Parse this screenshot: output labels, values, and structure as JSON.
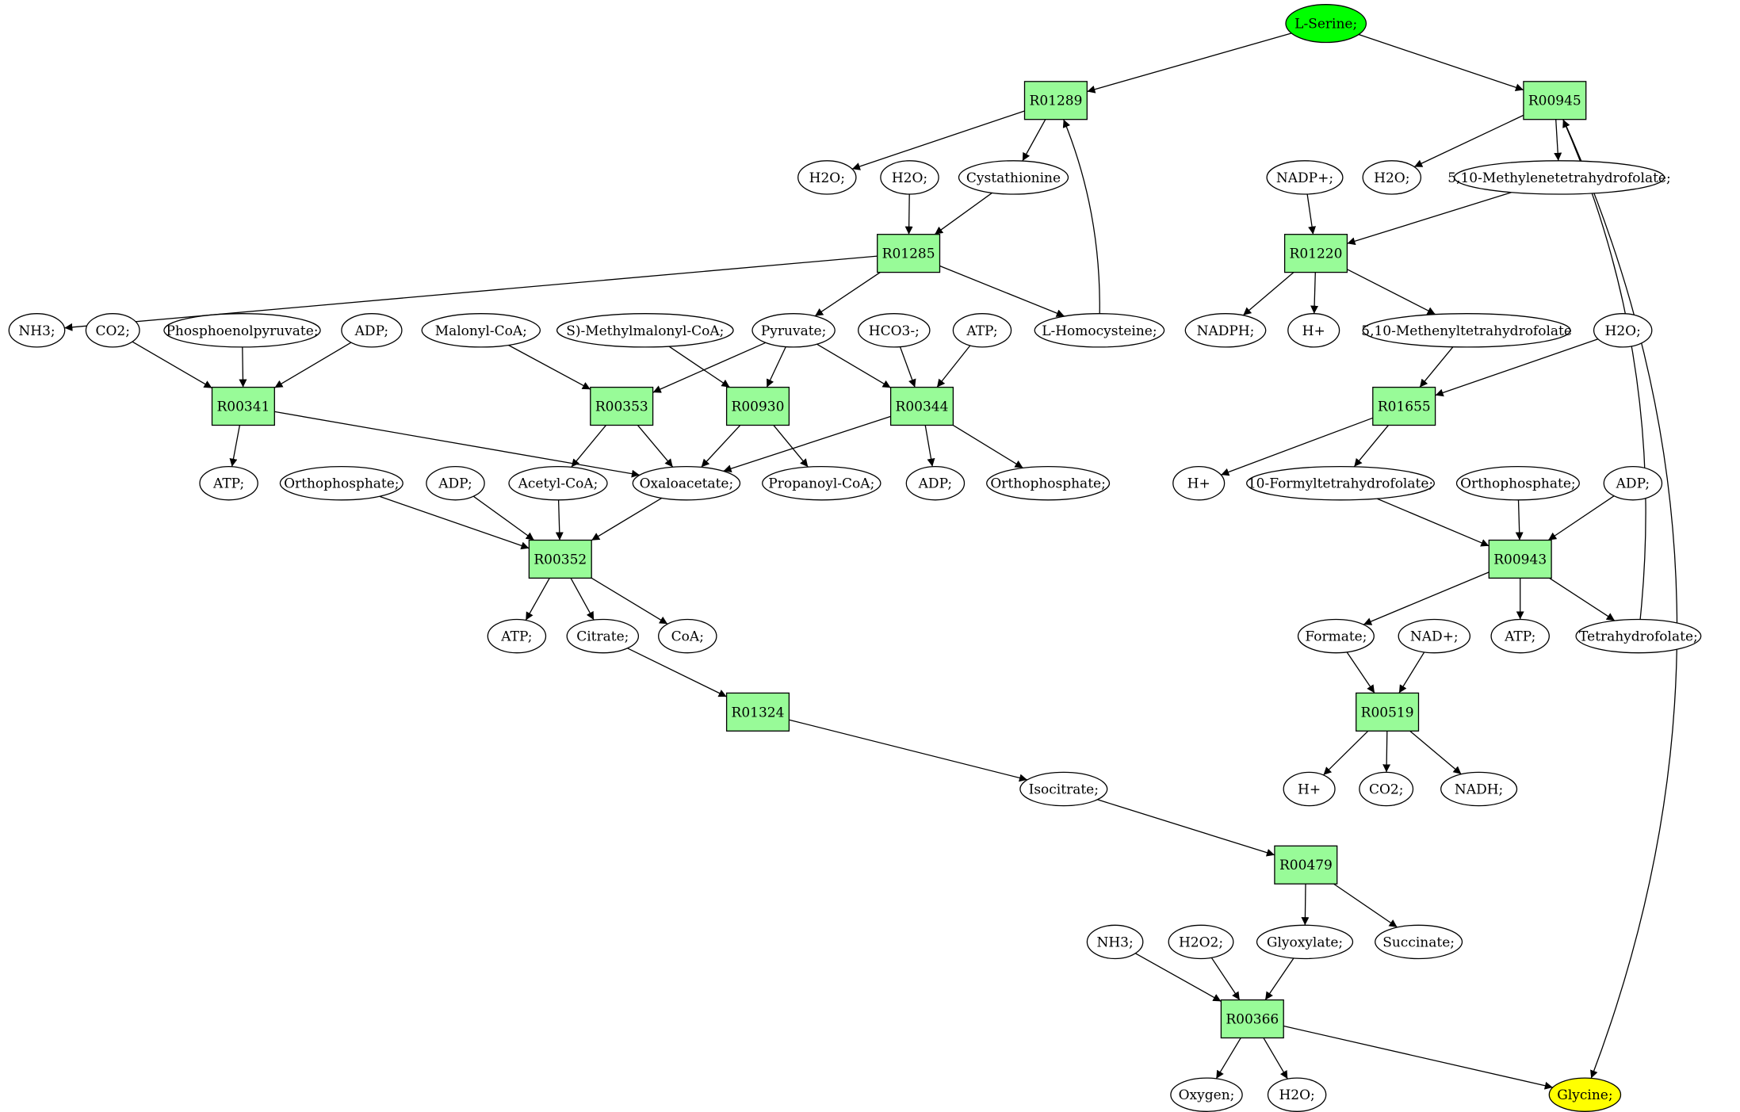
{
  "colors": {
    "reaction_fill": "#98fb98",
    "metabolite_fill": "#ffffff",
    "start_fill": "#00ff00",
    "end_fill": "#ffff00",
    "stroke": "#000000"
  },
  "nodes": [
    {
      "id": "serine",
      "label": "L-Serine;",
      "kind": "start"
    },
    {
      "id": "R01289",
      "label": "R01289",
      "kind": "reaction"
    },
    {
      "id": "R00945",
      "label": "R00945",
      "kind": "reaction"
    },
    {
      "id": "h2o_a",
      "label": "H2O;",
      "kind": "metabolite"
    },
    {
      "id": "h2o_b",
      "label": "H2O;",
      "kind": "metabolite"
    },
    {
      "id": "cysta",
      "label": "Cystathionine",
      "kind": "metabolite"
    },
    {
      "id": "h2o_c",
      "label": "H2O;",
      "kind": "metabolite"
    },
    {
      "id": "mthf",
      "label": "5,10-Methylenetetrahydrofolate;",
      "kind": "metabolite"
    },
    {
      "id": "nadp",
      "label": "NADP+;",
      "kind": "metabolite"
    },
    {
      "id": "R01285",
      "label": "R01285",
      "kind": "reaction"
    },
    {
      "id": "R01220",
      "label": "R01220",
      "kind": "reaction"
    },
    {
      "id": "nh3_a",
      "label": "NH3;",
      "kind": "metabolite"
    },
    {
      "id": "co2_a",
      "label": "CO2;",
      "kind": "metabolite"
    },
    {
      "id": "pep",
      "label": "Phosphoenolpyruvate;",
      "kind": "metabolite"
    },
    {
      "id": "adp_a",
      "label": "ADP;",
      "kind": "metabolite"
    },
    {
      "id": "malcoa",
      "label": "Malonyl-CoA;",
      "kind": "metabolite"
    },
    {
      "id": "smmcoa",
      "label": "S)-Methylmalonyl-CoA;",
      "kind": "metabolite"
    },
    {
      "id": "pyr",
      "label": "Pyruvate;",
      "kind": "metabolite"
    },
    {
      "id": "hco3",
      "label": "HCO3-;",
      "kind": "metabolite"
    },
    {
      "id": "atp_a",
      "label": "ATP;",
      "kind": "metabolite"
    },
    {
      "id": "hcys",
      "label": "L-Homocysteine;",
      "kind": "metabolite"
    },
    {
      "id": "nadph",
      "label": "NADPH;",
      "kind": "metabolite"
    },
    {
      "id": "hplus_a",
      "label": "H+",
      "kind": "metabolite"
    },
    {
      "id": "methenyl",
      "label": "5,10-Methenyltetrahydrofolate",
      "kind": "metabolite"
    },
    {
      "id": "h2o_d",
      "label": "H2O;",
      "kind": "metabolite"
    },
    {
      "id": "R00341",
      "label": "R00341",
      "kind": "reaction"
    },
    {
      "id": "R00353",
      "label": "R00353",
      "kind": "reaction"
    },
    {
      "id": "R00930",
      "label": "R00930",
      "kind": "reaction"
    },
    {
      "id": "R00344",
      "label": "R00344",
      "kind": "reaction"
    },
    {
      "id": "R01655",
      "label": "R01655",
      "kind": "reaction"
    },
    {
      "id": "atp_b",
      "label": "ATP;",
      "kind": "metabolite"
    },
    {
      "id": "ortho_a",
      "label": "Orthophosphate;",
      "kind": "metabolite"
    },
    {
      "id": "adp_b",
      "label": "ADP;",
      "kind": "metabolite"
    },
    {
      "id": "acecoa",
      "label": "Acetyl-CoA;",
      "kind": "metabolite"
    },
    {
      "id": "oaa",
      "label": "Oxaloacetate;",
      "kind": "metabolite"
    },
    {
      "id": "propcoa",
      "label": "Propanoyl-CoA;",
      "kind": "metabolite"
    },
    {
      "id": "adp_c",
      "label": "ADP;",
      "kind": "metabolite"
    },
    {
      "id": "ortho_b",
      "label": "Orthophosphate;",
      "kind": "metabolite"
    },
    {
      "id": "hplus_b",
      "label": "H+",
      "kind": "metabolite"
    },
    {
      "id": "formylthf",
      "label": "10-Formyltetrahydrofolate;",
      "kind": "metabolite"
    },
    {
      "id": "ortho_c",
      "label": "Orthophosphate;",
      "kind": "metabolite"
    },
    {
      "id": "adp_d",
      "label": "ADP;",
      "kind": "metabolite"
    },
    {
      "id": "R00352",
      "label": "R00352",
      "kind": "reaction"
    },
    {
      "id": "R00943",
      "label": "R00943",
      "kind": "reaction"
    },
    {
      "id": "atp_c",
      "label": "ATP;",
      "kind": "metabolite"
    },
    {
      "id": "citrate",
      "label": "Citrate;",
      "kind": "metabolite"
    },
    {
      "id": "coa",
      "label": "CoA;",
      "kind": "metabolite"
    },
    {
      "id": "formate",
      "label": "Formate;",
      "kind": "metabolite"
    },
    {
      "id": "nad",
      "label": "NAD+;",
      "kind": "metabolite"
    },
    {
      "id": "atp_d",
      "label": "ATP;",
      "kind": "metabolite"
    },
    {
      "id": "thf",
      "label": "Tetrahydrofolate;",
      "kind": "metabolite"
    },
    {
      "id": "R01324",
      "label": "R01324",
      "kind": "reaction"
    },
    {
      "id": "R00519",
      "label": "R00519",
      "kind": "reaction"
    },
    {
      "id": "hplus_c",
      "label": "H+",
      "kind": "metabolite"
    },
    {
      "id": "co2_b",
      "label": "CO2;",
      "kind": "metabolite"
    },
    {
      "id": "nadh",
      "label": "NADH;",
      "kind": "metabolite"
    },
    {
      "id": "isocit",
      "label": "Isocitrate;",
      "kind": "metabolite"
    },
    {
      "id": "R00479",
      "label": "R00479",
      "kind": "reaction"
    },
    {
      "id": "nh3_b",
      "label": "NH3;",
      "kind": "metabolite"
    },
    {
      "id": "h2o2",
      "label": "H2O2;",
      "kind": "metabolite"
    },
    {
      "id": "glyox",
      "label": "Glyoxylate;",
      "kind": "metabolite"
    },
    {
      "id": "succ",
      "label": "Succinate;",
      "kind": "metabolite"
    },
    {
      "id": "R00366",
      "label": "R00366",
      "kind": "reaction"
    },
    {
      "id": "oxygen",
      "label": "Oxygen;",
      "kind": "metabolite"
    },
    {
      "id": "h2o_e",
      "label": "H2O;",
      "kind": "metabolite"
    },
    {
      "id": "glycine",
      "label": "Glycine;",
      "kind": "end"
    }
  ],
  "edges": [
    [
      "serine",
      "R01289"
    ],
    [
      "serine",
      "R00945"
    ],
    [
      "R01289",
      "h2o_a"
    ],
    [
      "R01289",
      "cysta"
    ],
    [
      "h2o_b",
      "R01285"
    ],
    [
      "cysta",
      "R01285"
    ],
    [
      "hcys",
      "R01289"
    ],
    [
      "R01285",
      "nh3_a"
    ],
    [
      "R01285",
      "pyr"
    ],
    [
      "R01285",
      "hcys"
    ],
    [
      "R00945",
      "h2o_c"
    ],
    [
      "R00945",
      "mthf"
    ],
    [
      "thf",
      "R00945"
    ],
    [
      "R00945",
      "glycine"
    ],
    [
      "nadp",
      "R01220"
    ],
    [
      "mthf",
      "R01220"
    ],
    [
      "R01220",
      "nadph"
    ],
    [
      "R01220",
      "hplus_a"
    ],
    [
      "R01220",
      "methenyl"
    ],
    [
      "methenyl",
      "R01655"
    ],
    [
      "h2o_d",
      "R01655"
    ],
    [
      "R01655",
      "hplus_b"
    ],
    [
      "R01655",
      "formylthf"
    ],
    [
      "formylthf",
      "R00943"
    ],
    [
      "ortho_c",
      "R00943"
    ],
    [
      "adp_d",
      "R00943"
    ],
    [
      "R00943",
      "formate"
    ],
    [
      "R00943",
      "atp_d"
    ],
    [
      "R00943",
      "thf"
    ],
    [
      "formate",
      "R00519"
    ],
    [
      "nad",
      "R00519"
    ],
    [
      "R00519",
      "hplus_c"
    ],
    [
      "R00519",
      "co2_b"
    ],
    [
      "R00519",
      "nadh"
    ],
    [
      "co2_a",
      "R00341"
    ],
    [
      "pep",
      "R00341"
    ],
    [
      "adp_a",
      "R00341"
    ],
    [
      "R00341",
      "atp_b"
    ],
    [
      "R00341",
      "oaa"
    ],
    [
      "malcoa",
      "R00353"
    ],
    [
      "pyr",
      "R00353"
    ],
    [
      "R00353",
      "acecoa"
    ],
    [
      "R00353",
      "oaa"
    ],
    [
      "smmcoa",
      "R00930"
    ],
    [
      "pyr",
      "R00930"
    ],
    [
      "R00930",
      "oaa"
    ],
    [
      "R00930",
      "propcoa"
    ],
    [
      "pyr",
      "R00344"
    ],
    [
      "hco3",
      "R00344"
    ],
    [
      "atp_a",
      "R00344"
    ],
    [
      "R00344",
      "oaa"
    ],
    [
      "R00344",
      "adp_c"
    ],
    [
      "R00344",
      "ortho_b"
    ],
    [
      "ortho_a",
      "R00352"
    ],
    [
      "adp_b",
      "R00352"
    ],
    [
      "acecoa",
      "R00352"
    ],
    [
      "oaa",
      "R00352"
    ],
    [
      "R00352",
      "atp_c"
    ],
    [
      "R00352",
      "citrate"
    ],
    [
      "R00352",
      "coa"
    ],
    [
      "citrate",
      "R01324"
    ],
    [
      "R01324",
      "isocit"
    ],
    [
      "isocit",
      "R00479"
    ],
    [
      "R00479",
      "glyox"
    ],
    [
      "R00479",
      "succ"
    ],
    [
      "nh3_b",
      "R00366"
    ],
    [
      "h2o2",
      "R00366"
    ],
    [
      "glyox",
      "R00366"
    ],
    [
      "R00366",
      "oxygen"
    ],
    [
      "R00366",
      "h2o_e"
    ],
    [
      "R00366",
      "glycine"
    ]
  ]
}
